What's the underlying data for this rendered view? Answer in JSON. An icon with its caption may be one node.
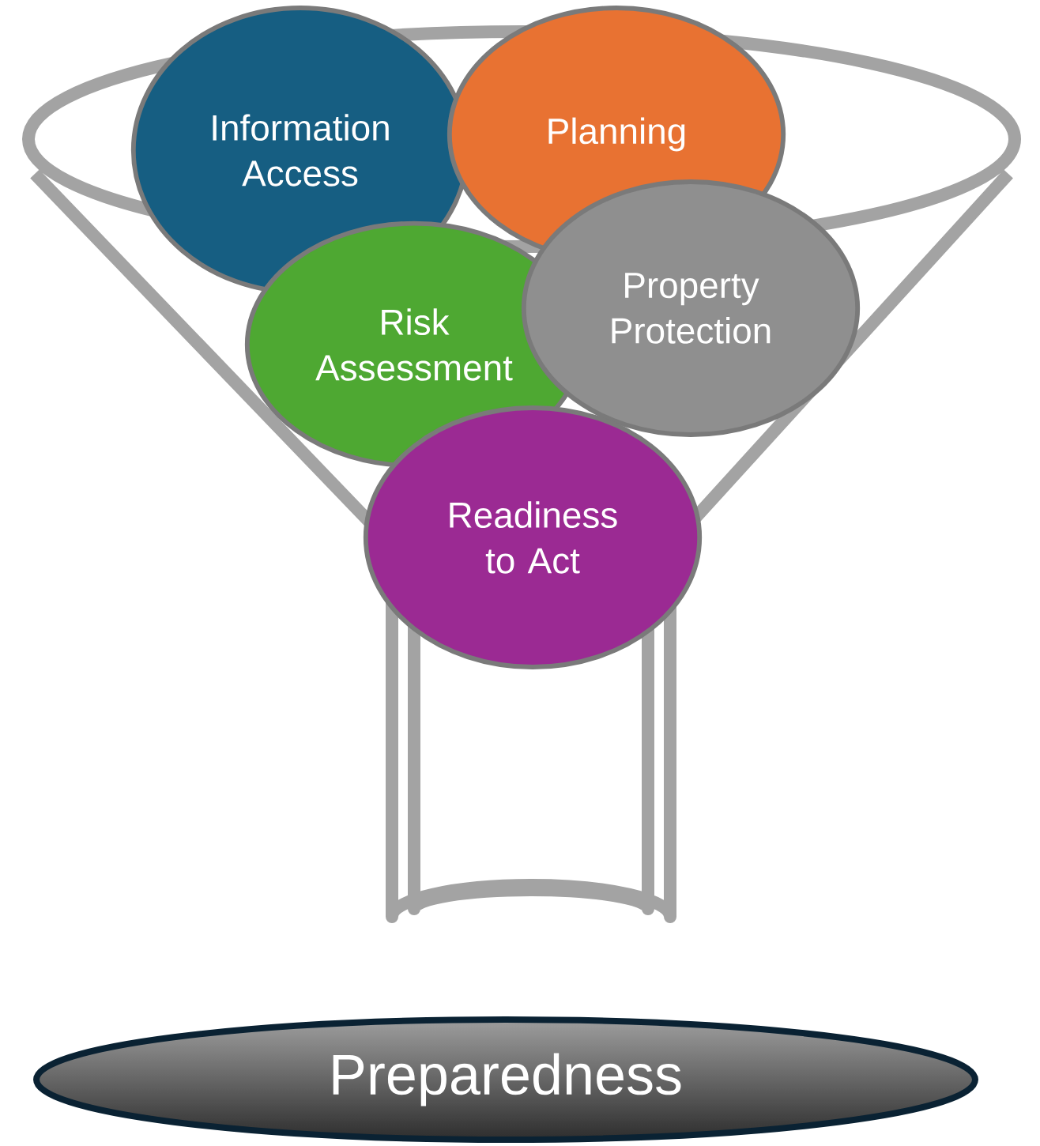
{
  "diagram": {
    "nodes": [
      {
        "text": [
          "Information Access"
        ]
      },
      {
        "text": [
          "Planning"
        ]
      },
      {
        "text": [
          "Risk Assessment"
        ]
      },
      {
        "text": [
          "Property Protection"
        ]
      },
      {
        "text": [
          "Readiness to Act"
        ]
      },
      {
        "text": [
          "Preparedness"
        ]
      }
    ]
  }
}
